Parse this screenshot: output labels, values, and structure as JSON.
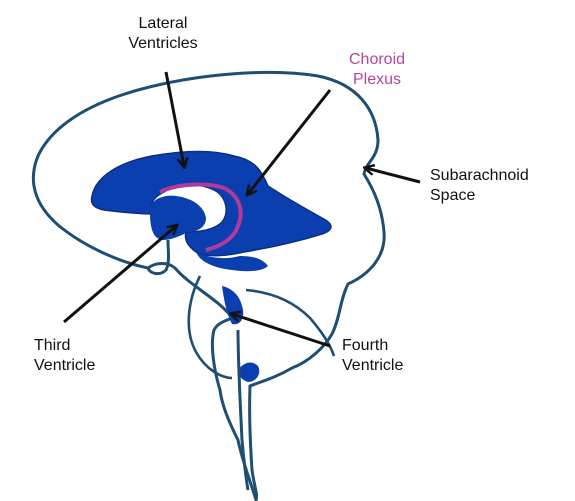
{
  "diagram": {
    "labels": {
      "lateral_ventricles": {
        "line1": "Lateral",
        "line2": "Ventricles"
      },
      "choroid_plexus": {
        "line1": "Choroid",
        "line2": "Plexus"
      },
      "subarachnoid_space": {
        "line1": "Subarachnoid",
        "line2": "Space"
      },
      "third_ventricle": {
        "line1": "Third",
        "line2": "Ventricle"
      },
      "fourth_ventricle": {
        "line1": "Fourth",
        "line2": "Ventricle"
      }
    },
    "colors": {
      "ventricle_fill": "#0b3fb0",
      "outline": "#1f4e73",
      "choroid_plexus": "#b33a9a",
      "label_text": "#111111",
      "choroid_label_text": "#b5479a",
      "arrow": "#111111"
    }
  }
}
